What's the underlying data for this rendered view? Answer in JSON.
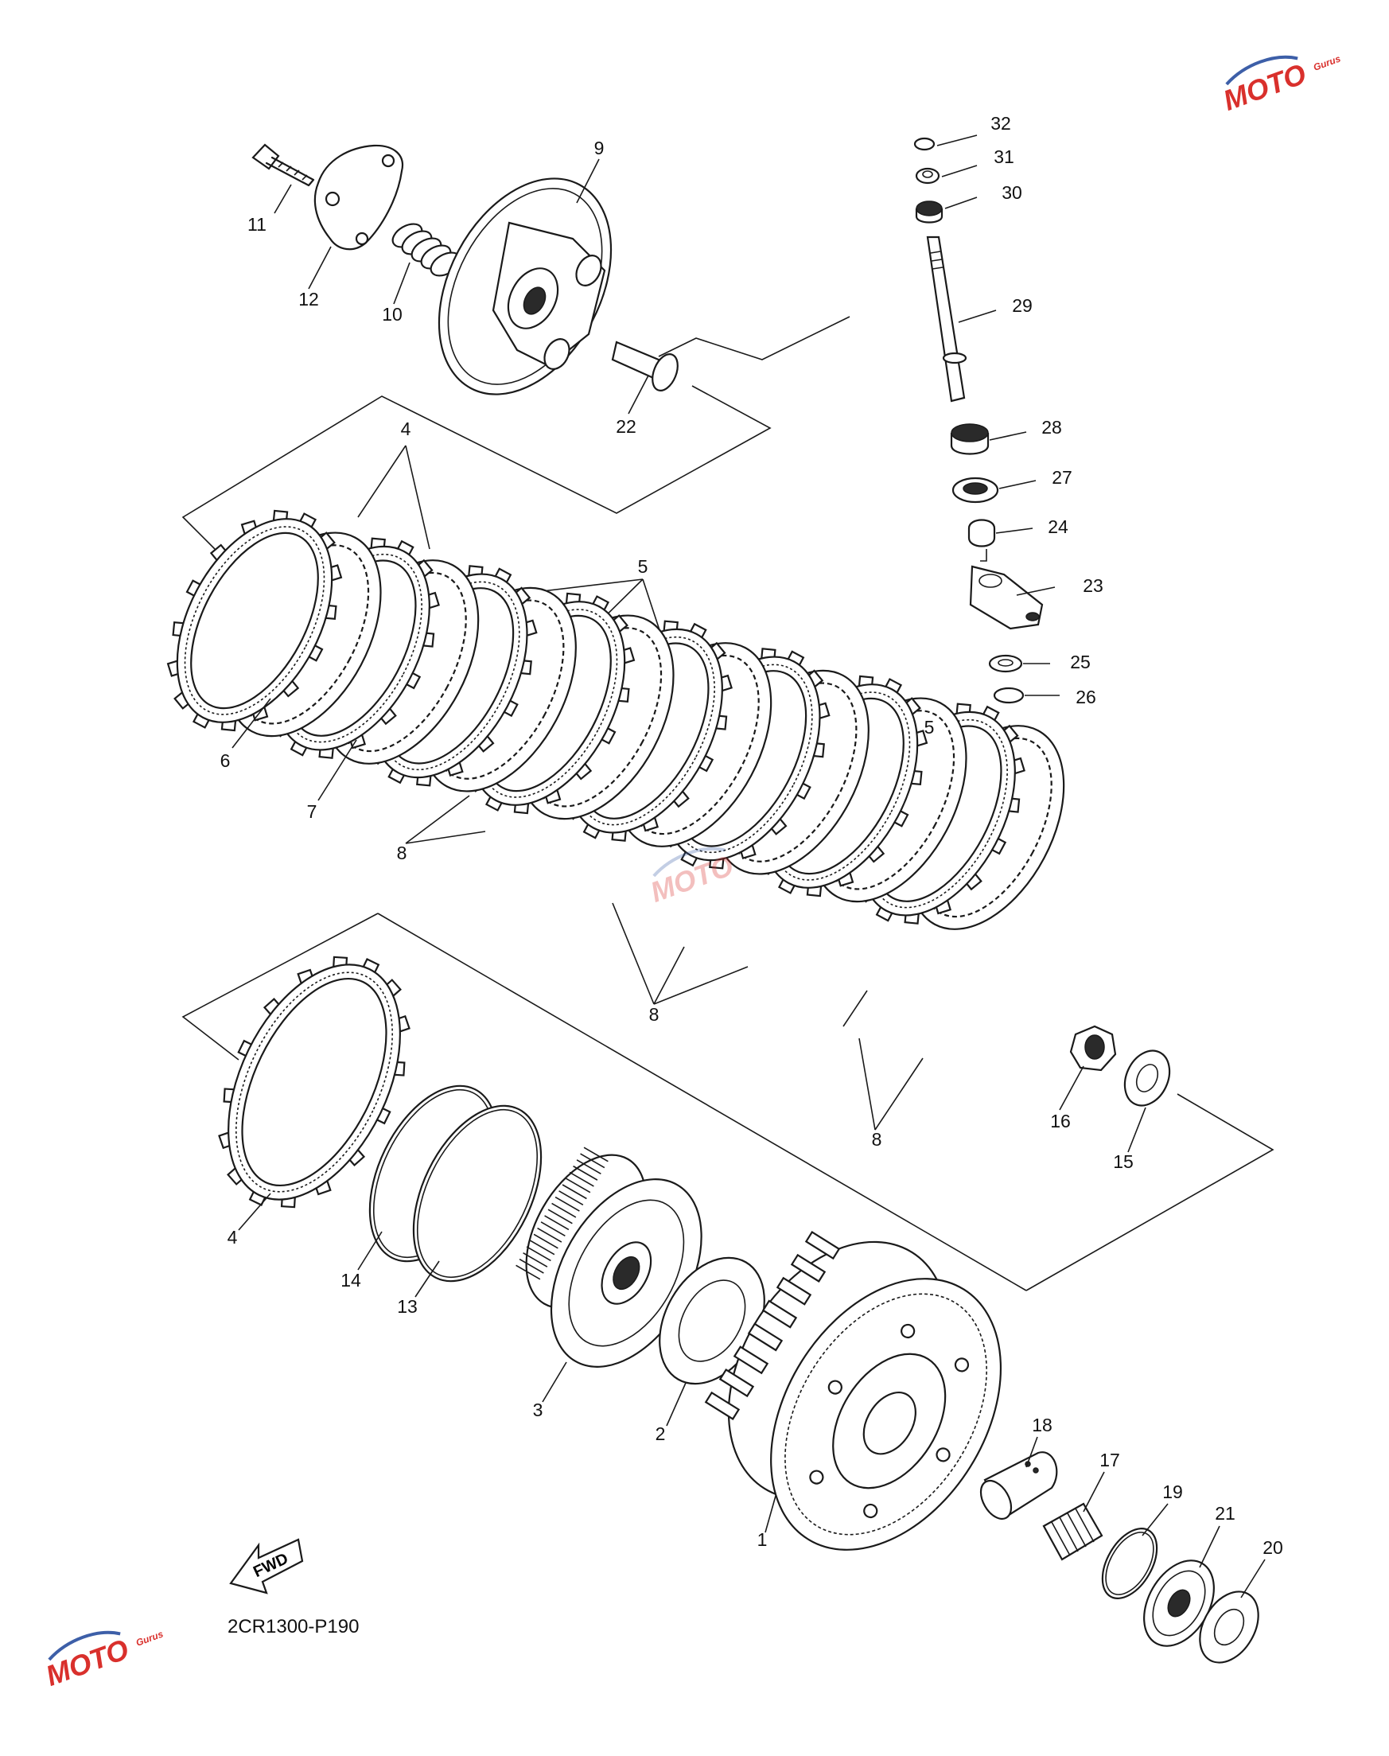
{
  "drawing_code": "2CR1300-P190",
  "fwd_label": "FWD",
  "watermark": {
    "brand": "MOTO",
    "sub": "Gurus",
    "color": "#d9302c",
    "ring_color": "#3d5fa8"
  },
  "callouts": [
    {
      "id": "c1",
      "text": "1"
    },
    {
      "id": "c2",
      "text": "2"
    },
    {
      "id": "c3",
      "text": "3"
    },
    {
      "id": "c4a",
      "text": "4"
    },
    {
      "id": "c4b",
      "text": "4"
    },
    {
      "id": "c5a",
      "text": "5"
    },
    {
      "id": "c5b",
      "text": "5"
    },
    {
      "id": "c6",
      "text": "6"
    },
    {
      "id": "c7",
      "text": "7"
    },
    {
      "id": "c8a",
      "text": "8"
    },
    {
      "id": "c8b",
      "text": "8"
    },
    {
      "id": "c8c",
      "text": "8"
    },
    {
      "id": "c9",
      "text": "9"
    },
    {
      "id": "c10",
      "text": "10"
    },
    {
      "id": "c11",
      "text": "11"
    },
    {
      "id": "c12",
      "text": "12"
    },
    {
      "id": "c13",
      "text": "13"
    },
    {
      "id": "c14",
      "text": "14"
    },
    {
      "id": "c15",
      "text": "15"
    },
    {
      "id": "c16",
      "text": "16"
    },
    {
      "id": "c17",
      "text": "17"
    },
    {
      "id": "c18",
      "text": "18"
    },
    {
      "id": "c19",
      "text": "19"
    },
    {
      "id": "c20",
      "text": "20"
    },
    {
      "id": "c21",
      "text": "21"
    },
    {
      "id": "c22",
      "text": "22"
    },
    {
      "id": "c23",
      "text": "23"
    },
    {
      "id": "c24",
      "text": "24"
    },
    {
      "id": "c25",
      "text": "25"
    },
    {
      "id": "c26",
      "text": "26"
    },
    {
      "id": "c27",
      "text": "27"
    },
    {
      "id": "c28",
      "text": "28"
    },
    {
      "id": "c29",
      "text": "29"
    },
    {
      "id": "c30",
      "text": "30"
    },
    {
      "id": "c31",
      "text": "31"
    },
    {
      "id": "c32",
      "text": "32"
    }
  ]
}
